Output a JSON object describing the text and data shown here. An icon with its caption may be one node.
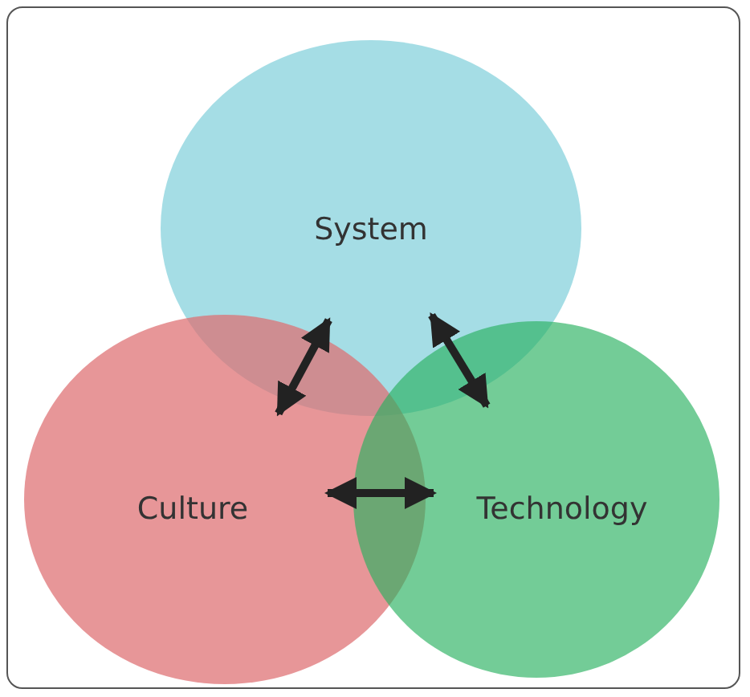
{
  "diagram": {
    "nodes": [
      {
        "text": [
          "System"
        ]
      },
      {
        "text": [
          "Culture"
        ]
      },
      {
        "text": [
          "Technology"
        ]
      }
    ],
    "edges": [
      {
        "from": 0,
        "to": 1,
        "arrow": "both"
      },
      {
        "from": 0,
        "to": 2,
        "arrow": "both"
      },
      {
        "from": 1,
        "to": 2,
        "arrow": "both"
      }
    ]
  }
}
